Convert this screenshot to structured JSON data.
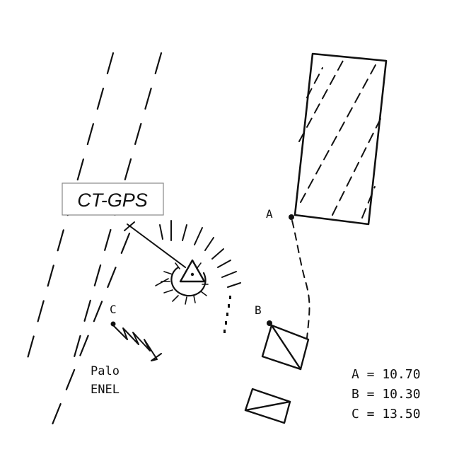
{
  "station": {
    "label": "CT-GPS",
    "icon": "triangle-benchmark-icon"
  },
  "points": [
    {
      "id": "A",
      "label": "A"
    },
    {
      "id": "B",
      "label": "B"
    },
    {
      "id": "C",
      "label": "C"
    }
  ],
  "pole": {
    "line1": "Palo",
    "line2": "ENEL"
  },
  "heights": [
    {
      "label": "A = 10.70"
    },
    {
      "label": "B = 10.30"
    },
    {
      "label": "C = 13.50"
    }
  ]
}
